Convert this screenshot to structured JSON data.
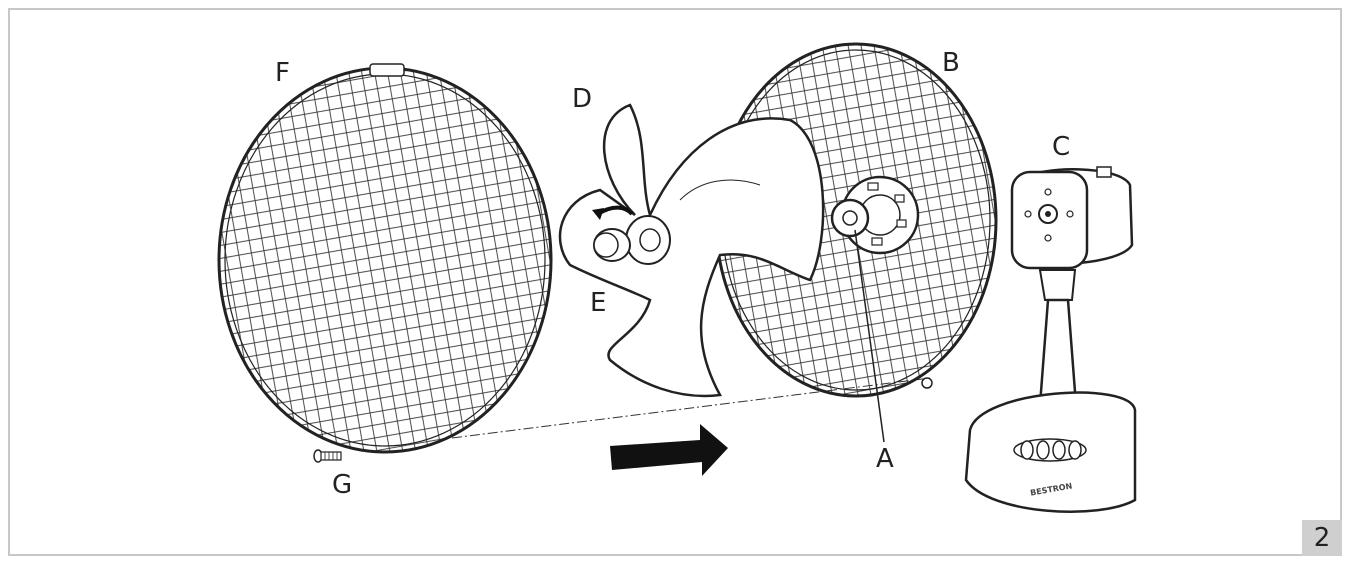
{
  "labels": {
    "a": "A",
    "b": "B",
    "c": "C",
    "d": "D",
    "e": "E",
    "f": "F",
    "g": "G"
  },
  "page_number": "2",
  "brand_text": "BESTRON",
  "colors": {
    "line": "#222222",
    "frame": "#c8c8c8",
    "page_badge": "#cfcfcf"
  }
}
